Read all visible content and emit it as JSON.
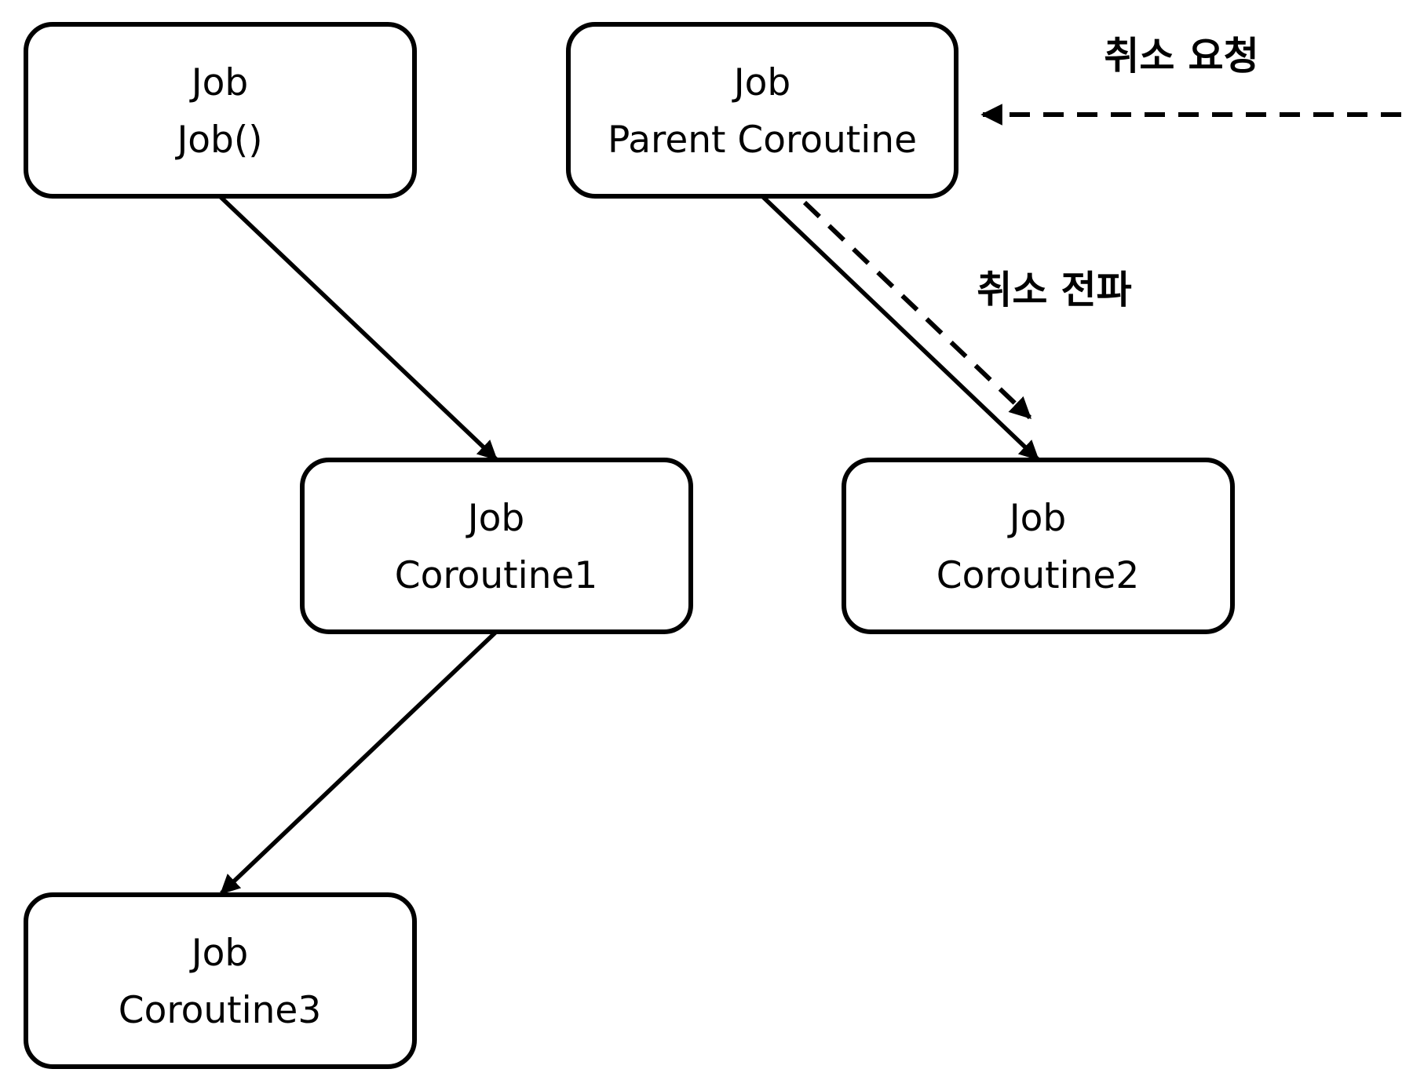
{
  "nodes": {
    "job_factory": {
      "line1": "Job",
      "line2": "Job()"
    },
    "parent_coroutine": {
      "line1": "Job",
      "line2": "Parent Coroutine"
    },
    "coroutine1": {
      "line1": "Job",
      "line2": "Coroutine1"
    },
    "coroutine2": {
      "line1": "Job",
      "line2": "Coroutine2"
    },
    "coroutine3": {
      "line1": "Job",
      "line2": "Coroutine3"
    }
  },
  "labels": {
    "cancel_request": "취소 요청",
    "cancel_propagation": "취소 전파"
  },
  "colors": {
    "stroke": "#000000",
    "background": "#ffffff"
  }
}
